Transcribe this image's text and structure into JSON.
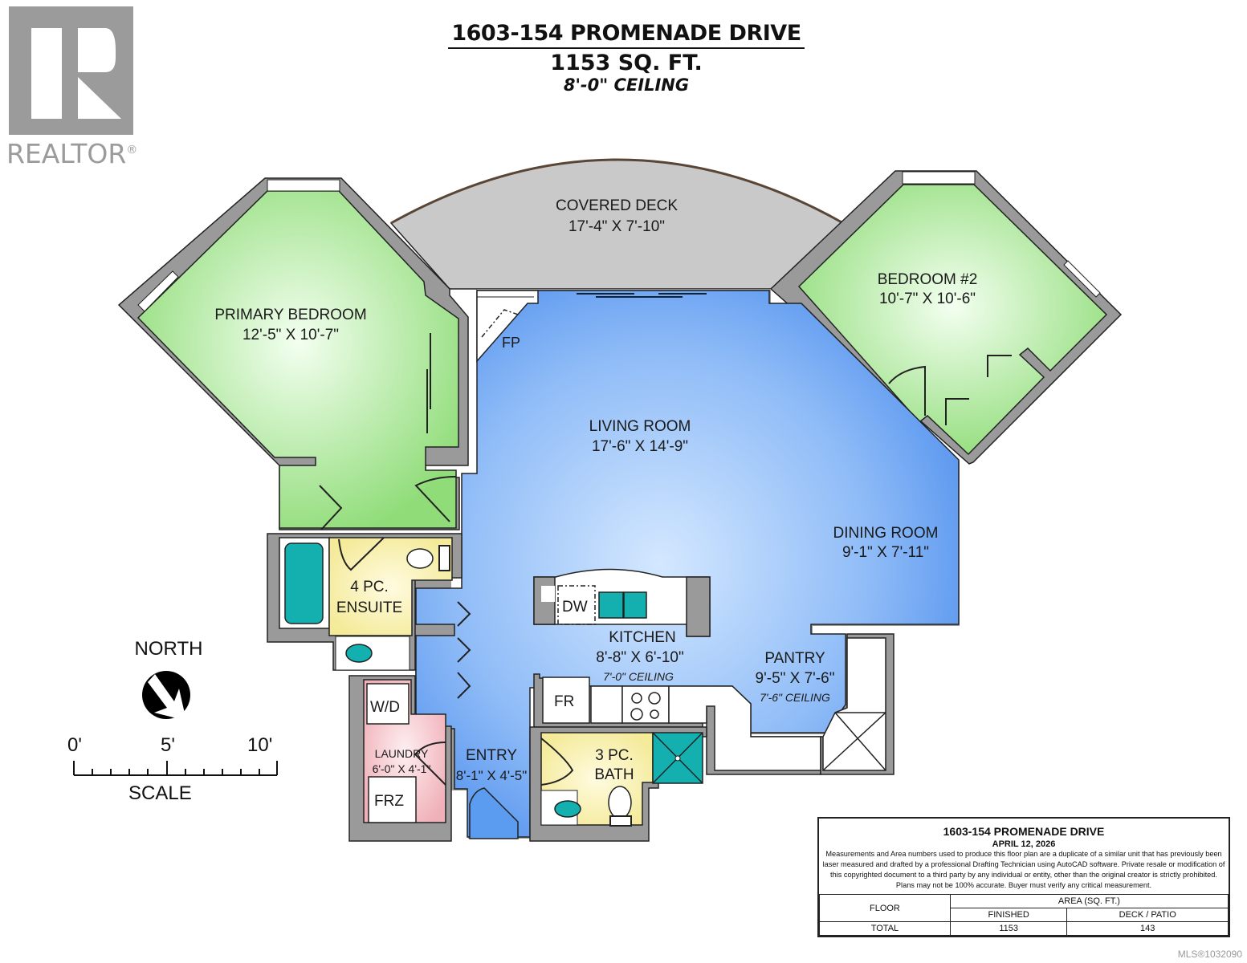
{
  "header": {
    "title": "1603-154 PROMENADE DRIVE",
    "area": "1153 SQ. FT.",
    "ceiling": "8'-0\" CEILING"
  },
  "logo": {
    "text": "REALTOR",
    "mark": "®",
    "color": "#9b9b9b"
  },
  "rooms": {
    "covered_deck": {
      "name": "COVERED DECK",
      "size": "17'-4\" X 7'-10\""
    },
    "primary_bedroom": {
      "name": "PRIMARY BEDROOM",
      "size": "12'-5\" X 10'-7\""
    },
    "bedroom2": {
      "name": "BEDROOM #2",
      "size": "10'-7\" X 10'-6\""
    },
    "living_room": {
      "name": "LIVING ROOM",
      "size": "17'-6\" X 14'-9\""
    },
    "dining_room": {
      "name": "DINING ROOM",
      "size": "9'-1\" X 7'-11\""
    },
    "kitchen": {
      "name": "KITCHEN",
      "size": "8'-8\" X 6'-10\"",
      "ceiling": "7'-0\" CEILING"
    },
    "pantry": {
      "name": "PANTRY",
      "size": "9'-5\" X 7'-6\"",
      "ceiling": "7'-6\" CEILING"
    },
    "ensuite": {
      "name_line1": "4 PC.",
      "name_line2": "ENSUITE"
    },
    "bath": {
      "name_line1": "3 PC.",
      "name_line2": "BATH"
    },
    "laundry": {
      "name": "LAUNDRY",
      "size": "6'-0\" X 4'-1\""
    },
    "entry": {
      "name": "ENTRY",
      "size": "8'-1\" X 4'-5\""
    }
  },
  "fixtures": {
    "fireplace": "FP",
    "dishwasher": "DW",
    "fridge": "FR",
    "washer_dryer": "W/D",
    "freezer": "FRZ"
  },
  "colors": {
    "wall": "#9a9a9a",
    "bedroom": "#9fe08a",
    "living": "#5b9cf0",
    "deck": "#c8c8c8",
    "bath": "#f7eea0",
    "laundry": "#f2b8c0",
    "fixture_teal": "#14b0b0"
  },
  "compass": {
    "label": "NORTH"
  },
  "scale": {
    "ticks": [
      "0'",
      "5'",
      "10'"
    ],
    "caption": "SCALE"
  },
  "info_box": {
    "title": "1603-154 PROMENADE DRIVE",
    "date": "APRIL 12, 2026",
    "disclaimer": "Measurements and Area numbers used to produce this floor plan are a duplicate of a similar unit that has previously been laser measured and drafted by a professional Drafting Technician using AutoCAD software. Private resale or modification of this copyrighted document to a third party by any individual or entity, other than the original creator is strictly prohibited. Plans may not be 100% accurate.  Buyer must verify any critical measurement.",
    "table": {
      "col_floor": "FLOOR",
      "col_area": "AREA (SQ. FT.)",
      "col_finished": "FINISHED",
      "col_deck": "DECK / PATIO",
      "rows": [
        {
          "floor": "TOTAL",
          "finished": "1153",
          "deck": "143"
        }
      ]
    }
  },
  "footer": {
    "mls": "MLS®1032090"
  }
}
